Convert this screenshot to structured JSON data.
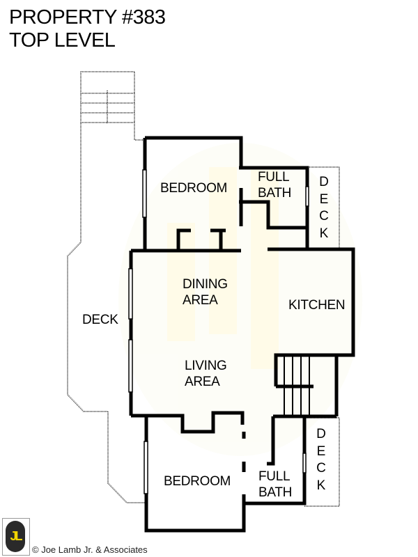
{
  "header": {
    "property": "PROPERTY #383",
    "level": "TOP LEVEL"
  },
  "rooms": {
    "bedroom_top": "BEDROOM",
    "full_bath_top": [
      "FULL",
      "BATH"
    ],
    "deck_right_top": [
      "D",
      "E",
      "C",
      "K"
    ],
    "deck_left": "DECK",
    "dining": [
      "DINING",
      "AREA"
    ],
    "kitchen": "KITCHEN",
    "living": [
      "LIVING",
      "AREA"
    ],
    "bedroom_bottom": "BEDROOM",
    "full_bath_bottom": [
      "FULL",
      "BATH"
    ],
    "deck_right_bottom": [
      "D",
      "E",
      "C",
      "K"
    ]
  },
  "footer": {
    "logo_text": "JL",
    "copyright": "© Joe Lamb Jr. & Associates"
  },
  "colors": {
    "wall": "#000000",
    "deck_outline": "#555555",
    "watermark": "#fffbe6",
    "logo_bg": "#2a2a2a",
    "logo_fg": "#f2d500"
  }
}
